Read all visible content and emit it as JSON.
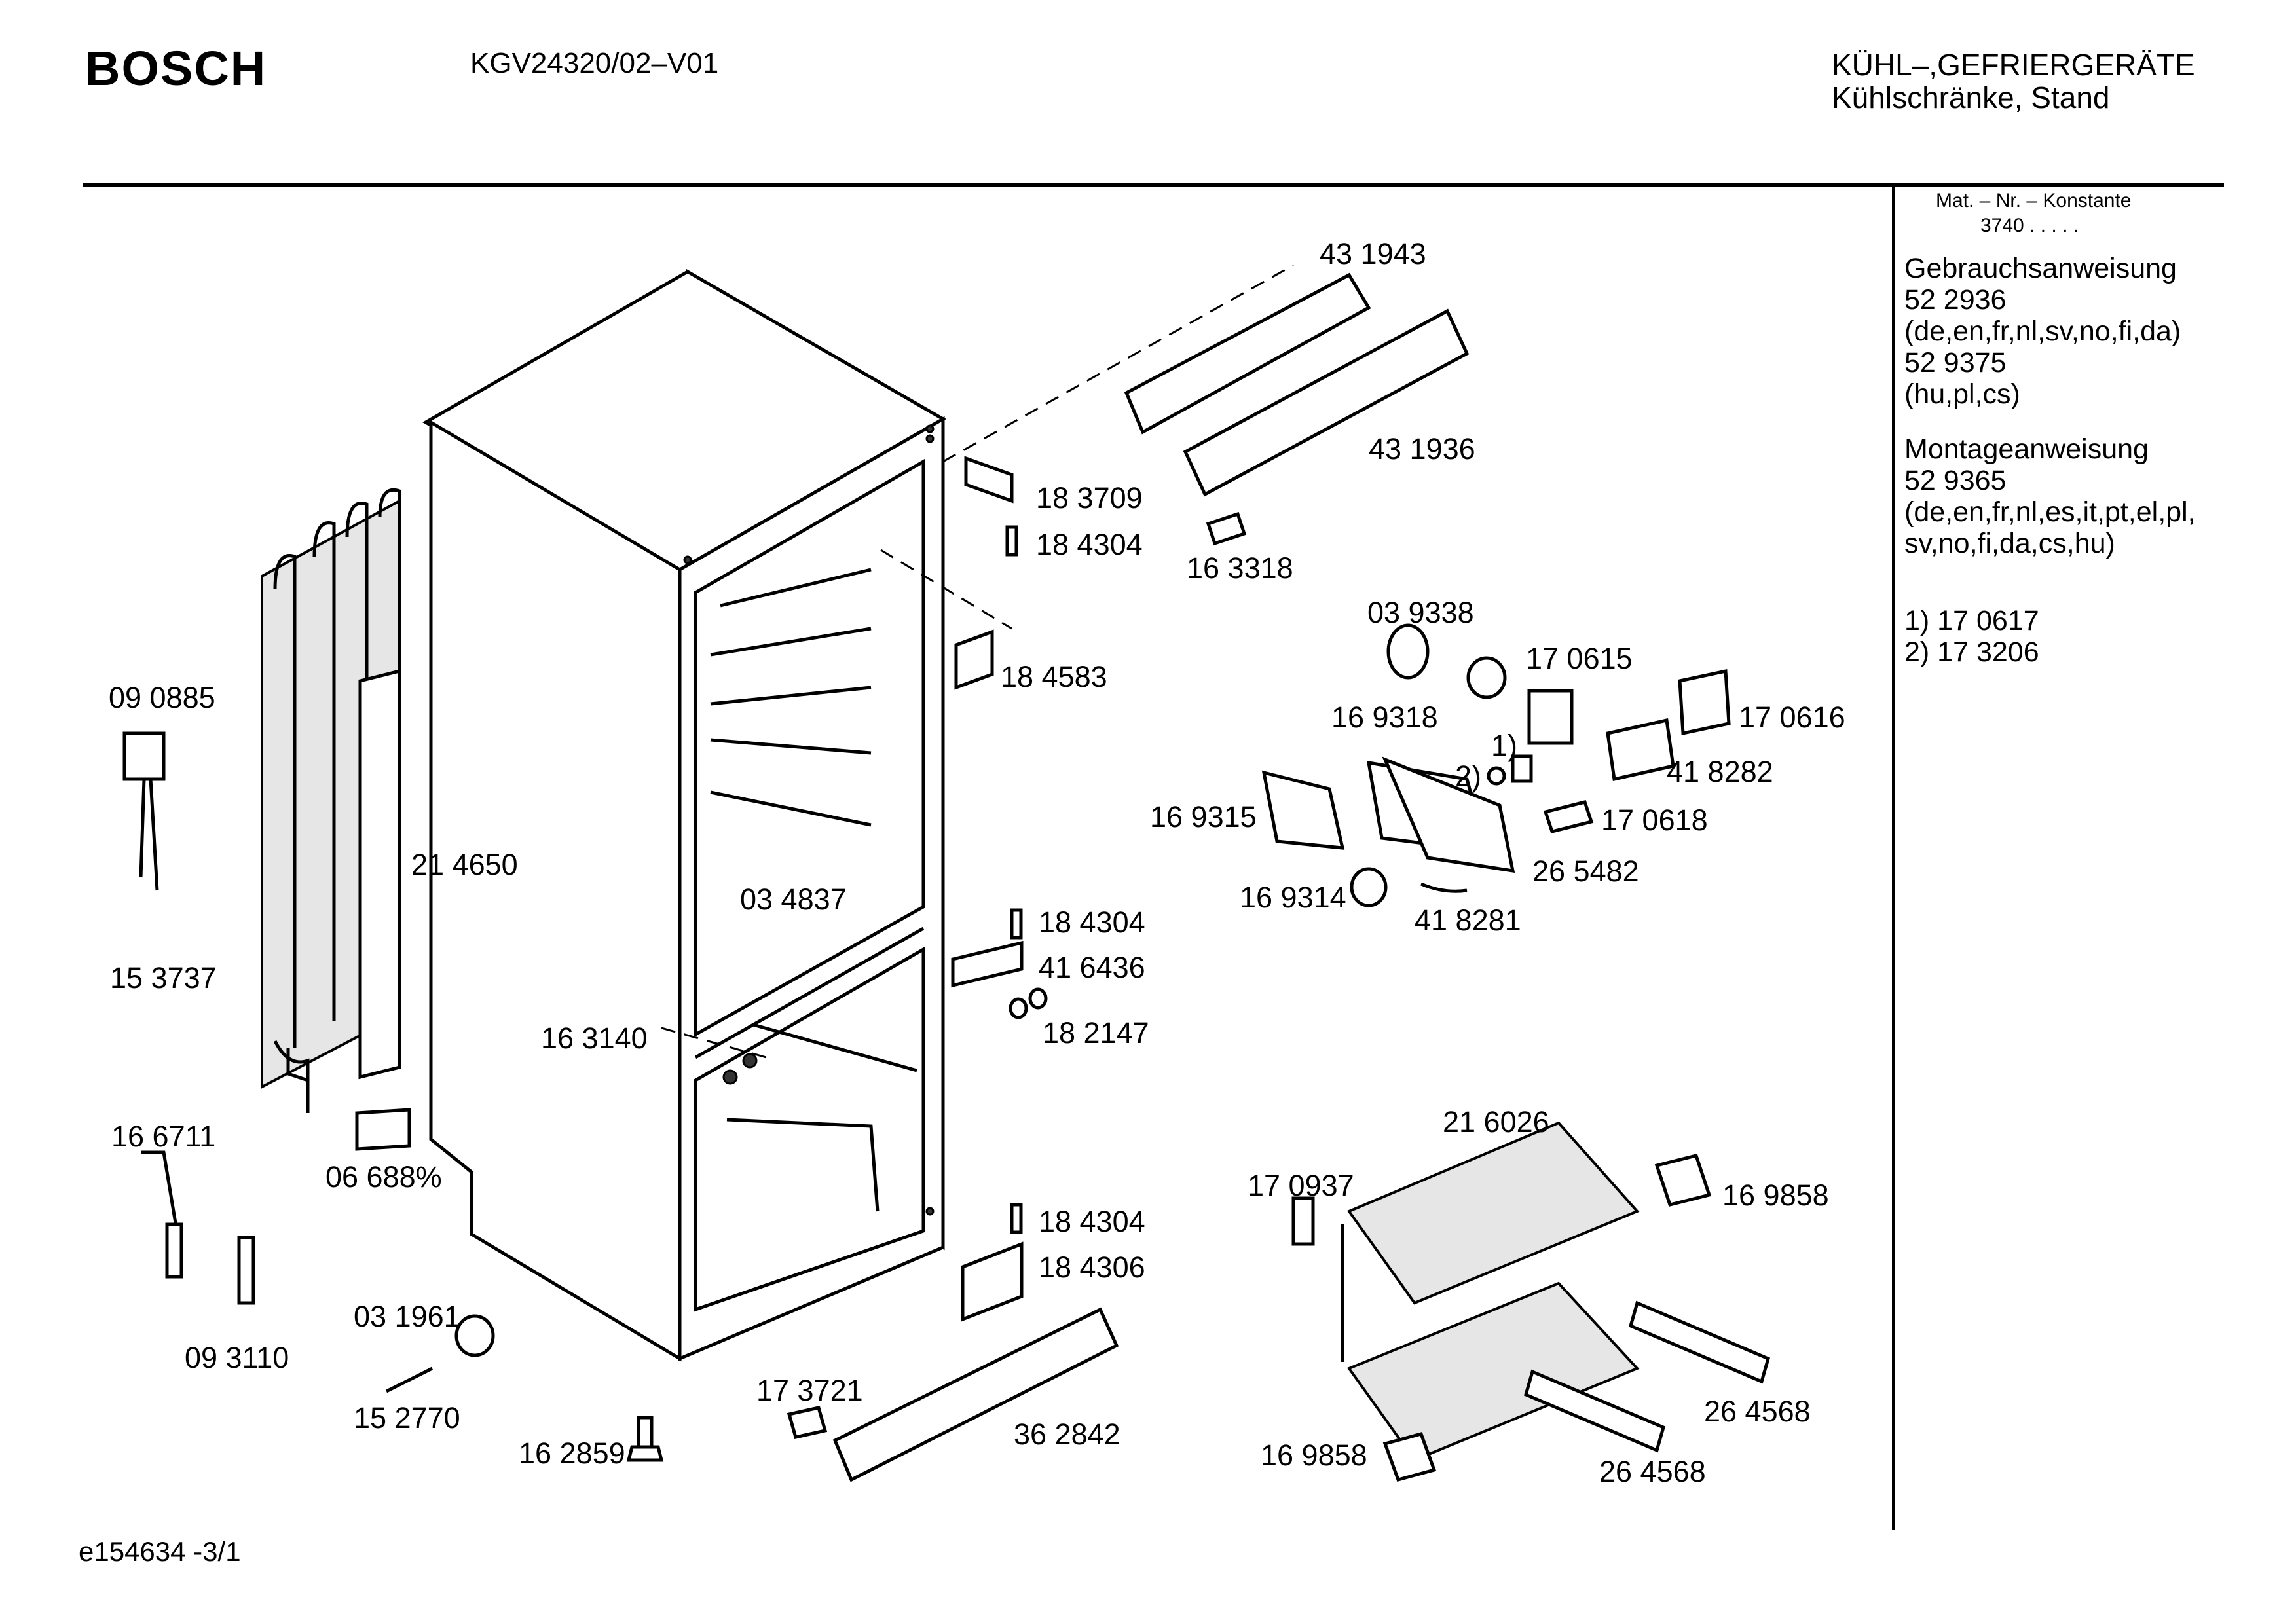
{
  "header": {
    "brand": "BOSCH",
    "model": "KGV24320/02–V01",
    "category_line1": "KÜHL–,GEFRIERGERÄTE",
    "category_line2": "Kühlschränke, Stand"
  },
  "sidebar": {
    "mat_label": "Mat. – Nr. – Konstante",
    "mat_value": "3740  .  .  .  .  .",
    "manual_heading": "Gebrauchsanweisung",
    "manual_code_1": "52 2936",
    "manual_langs_1": "(de,en,fr,nl,sv,no,fi,da)",
    "manual_code_2": "52 9375",
    "manual_langs_2": "(hu,pl,cs)",
    "install_heading": "Montageanweisung",
    "install_code": "52 9365",
    "install_langs_1": "(de,en,fr,nl,es,it,pt,el,pl,",
    "install_langs_2": "sv,no,fi,da,cs,hu)",
    "note_1": "1)  17 0617",
    "note_2": "2)  17 3206"
  },
  "footer": {
    "drawing_id": "e154634 -3/1"
  },
  "parts": {
    "p431943": "43 1943",
    "p431936": "43 1936",
    "p183709": "18 3709",
    "p184304a": "18 4304",
    "p163318": "16 3318",
    "p039338": "03 9338",
    "p170615": "17 0615",
    "p169318": "16 9318",
    "p170616": "17 0616",
    "p184583": "18 4583",
    "note1_marker": "1)",
    "note2_marker": "2)",
    "p418282": "41 8282",
    "p090885": "09 0885",
    "p169315": "16 9315",
    "p170618": "17 0618",
    "p214650": "21 4650",
    "p265482": "26 5482",
    "p034837": "03 4837",
    "p169314": "16 9314",
    "p418281": "41 8281",
    "p184304b": "18 4304",
    "p153737": "15 3737",
    "p416436": "41 6436",
    "p182147": "18 2147",
    "p163140": "16 3140",
    "p166711": "16 6711",
    "p216026": "21 6026",
    "p06688": "06 688%",
    "p170937": "17 0937",
    "p169858a": "16 9858",
    "p184304c": "18 4304",
    "p184306": "18 4306",
    "p093110": "09 3110",
    "p031961": "03 1961",
    "p173721": "17 3721",
    "p264568a": "26 4568",
    "p152770": "15 2770",
    "p362842": "36 2842",
    "p162859": "16 2859",
    "p169858b": "16 9858",
    "p264568b": "26 4568"
  }
}
